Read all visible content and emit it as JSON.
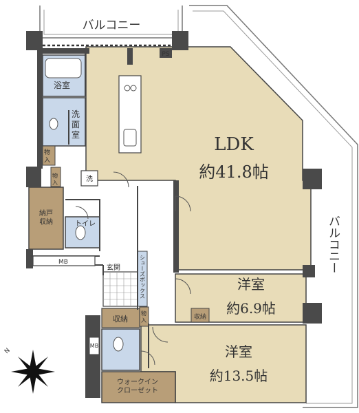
{
  "rooms": {
    "balcony_top": "バルコニー",
    "balcony_right": "バルコニー",
    "ps": "PS",
    "bath": "浴室",
    "washroom": "洗\n面\n室",
    "storage_1": "物\n入",
    "storage_2": "物\n入",
    "laundry": "洗",
    "closet_nando": "納戸\n収納",
    "toilet": "トイレ",
    "mb_1": "MB",
    "mb_2": "MB",
    "entrance": "玄関",
    "shoebox": "シューズボックス",
    "storage_small": "収納",
    "storage_3": "物\n入",
    "storage_4": "収納",
    "ldk_name": "LDK",
    "ldk_size": "約41.8帖",
    "western1_name": "洋室",
    "western1_size": "約6.9帖",
    "western2_name": "洋室",
    "western2_size": "約13.5帖",
    "walkin": "ウォークイン\nクローゼット"
  },
  "colors": {
    "ldk": "#e8dcb8",
    "wet_area": "#c9d8ea",
    "storage": "#b89e78",
    "wall": "#4a4a4a",
    "outline": "#444444"
  },
  "icons": {
    "compass": "compass-rose-icon"
  }
}
